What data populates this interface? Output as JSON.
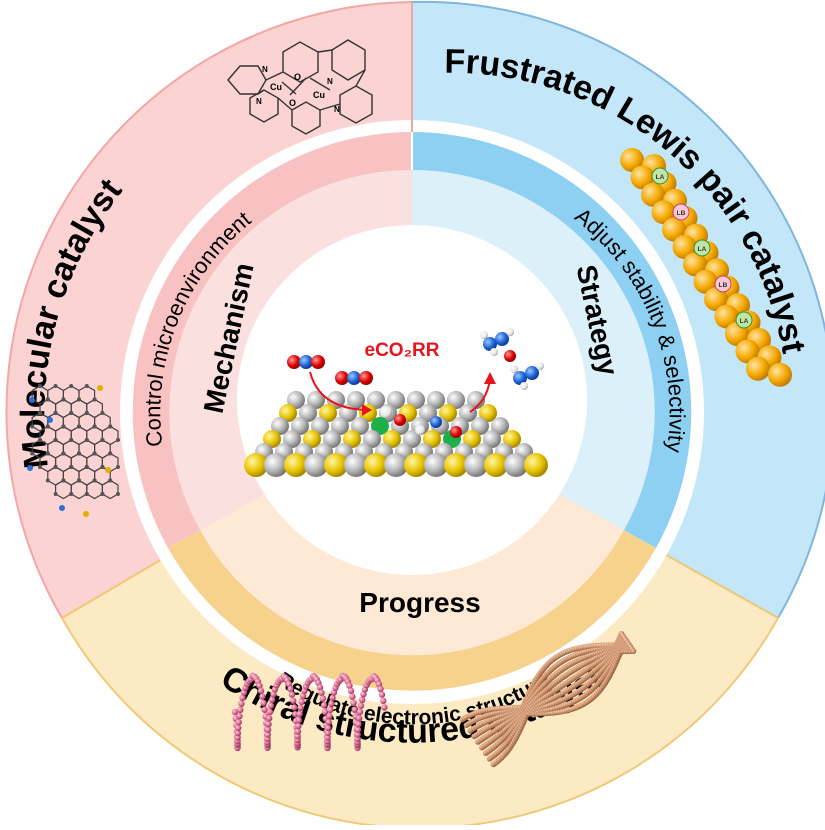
{
  "outer": {
    "molecular": "Molecular catalyst",
    "flp": "Frustrated Lewis pair catalyst",
    "chiral": "Chiral structured catalyst"
  },
  "middle": {
    "control": "Control microenvironment",
    "adjust": "Adjust stability & selectivity",
    "regulate": "Regulate electronic structure"
  },
  "inner": {
    "mechanism": "Mechanism",
    "strategy": "Strategy",
    "progress": "Progress"
  },
  "core": {
    "reaction": "eCO₂RR"
  },
  "molecule": {
    "cu1": "Cu",
    "cu2": "Cu",
    "o1": "O",
    "o2": "O",
    "n1": "N",
    "n2": "N",
    "n3": "N",
    "n4": "N"
  },
  "flp_sites": [
    "LA",
    "LB",
    "LA",
    "LB",
    "LA"
  ],
  "colors": {
    "pink": "#fbd3d3",
    "pink_edge": "#f3a6a6",
    "blue": "#c3e6f8",
    "blue_edge": "#7eb6de",
    "yellow": "#fbeac3",
    "yellow_edge": "#f0c978",
    "pink_mid": "#f9c2c2",
    "blue_mid": "#8ed0f2",
    "yellow_mid": "#f6d28c",
    "pink_inner": "#fbe0e0",
    "blue_inner": "#dcf0fa",
    "yellow_inner": "#fde9d6",
    "accent_red": "#e8141b"
  }
}
